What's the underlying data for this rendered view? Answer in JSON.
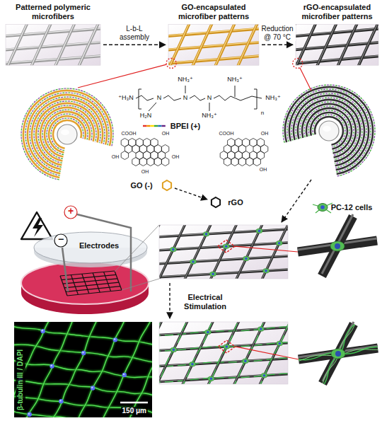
{
  "diagram": {
    "nodes": [
      {
        "text": [
          "Patterned polymeric microfibers"
        ]
      },
      {
        "text": [
          "GO-encapsulated microfiber patterns"
        ]
      },
      {
        "text": [
          "rGO-encapsulated microfiber patterns"
        ]
      },
      {
        "text": [
          "β-tubulin III / DAPI",
          "150 μm"
        ]
      }
    ],
    "edges": [
      {
        "from": 0,
        "to": 1,
        "arrow": "to",
        "label": "L-b-L assembly"
      },
      {
        "from": 1,
        "to": 2,
        "arrow": "to",
        "label": "Reduction @ 70 °C"
      }
    ],
    "labels": [
      "⁺H₃N",
      "NH₃⁺",
      "NH₃⁺",
      "NH₃⁺",
      "H₂N",
      "NH₃⁺",
      "N",
      "N",
      "N",
      "n",
      "BPEI (+)",
      "COOH",
      "OH",
      "OH",
      "OH",
      "OH",
      "GO (-)",
      "COOH",
      "OH",
      "OH",
      "rGO",
      "PC-12 cells",
      "−",
      "+",
      "Electrodes",
      "Electrical Stimulation"
    ]
  }
}
